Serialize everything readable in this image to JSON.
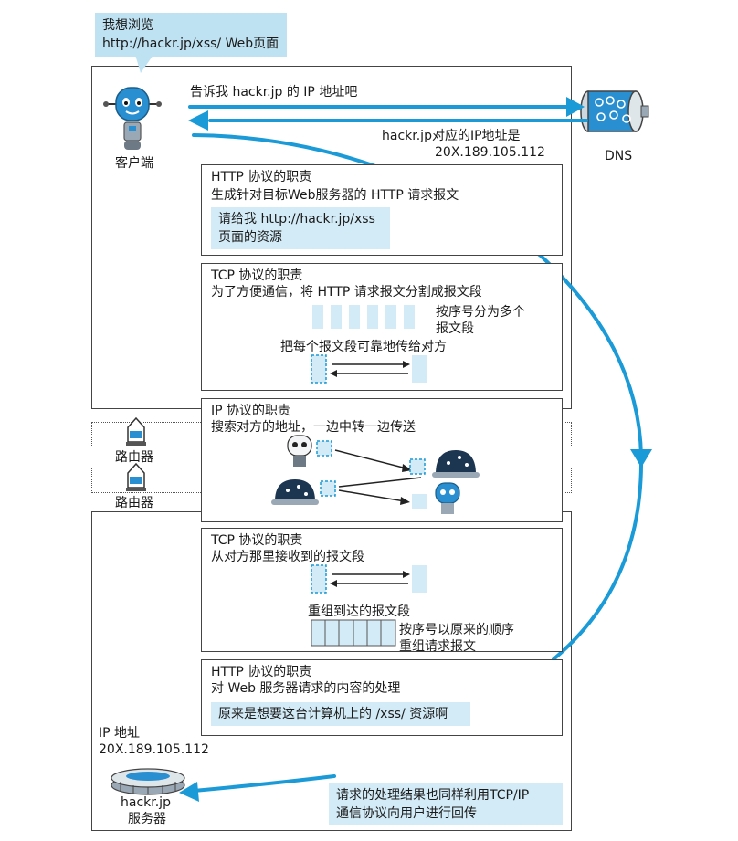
{
  "speech_bubble": {
    "line1": "我想浏览",
    "line2": "http://hackr.jp/xss/ Web页面"
  },
  "client_label": "客户端",
  "dns_label": "DNS",
  "request_label": "告诉我 hackr.jp 的 IP 地址吧",
  "response_label_line1": "hackr.jp对应的IP地址是",
  "response_label_line2": "20X.189.105.112",
  "http_request_panel": {
    "title": "HTTP 协议的职责",
    "desc": "生成针对目标Web服务器的 HTTP 请求报文",
    "note_line1": "请给我 http://hackr.jp/xss",
    "note_line2": "页面的资源"
  },
  "tcp_split_panel": {
    "title": "TCP 协议的职责",
    "desc": "为了方便通信，将 HTTP 请求报文分割成报文段",
    "segments_label_line1": "按序号分为多个",
    "segments_label_line2": "报文段",
    "reliable_label": "把每个报文段可靠地传给对方"
  },
  "ip_panel": {
    "title": "IP 协议的职责",
    "desc": "搜索对方的地址，一边中转一边传送"
  },
  "router_label_1": "路由器",
  "router_label_2": "路由器",
  "tcp_receive_panel": {
    "title": "TCP 协议的职责",
    "desc": "从对方那里接收到的报文段",
    "reassemble_label": "重组到达的报文段",
    "order_label_line1": "按序号以原来的顺序",
    "order_label_line2": "重组请求报文"
  },
  "http_process_panel": {
    "title": "HTTP 协议的职责",
    "desc": "对 Web 服务器请求的内容的处理",
    "note": "原来是想要这台计算机上的 /xss/ 资源啊"
  },
  "server_ip_label_line1": "IP 地址",
  "server_ip_label_line2": "20X.189.105.112",
  "server_label_line1": "hackr.jp",
  "server_label_line2": "服务器",
  "result_note_line1": "请求的处理结果也同样利用TCP/IP",
  "result_note_line2": "通信协议向用户进行回传",
  "colors": {
    "arrow_blue": "#1a9ad6",
    "note_fill": "#d3ebf6",
    "bubble_fill": "#bfe2f2",
    "robot_blue": "#2a8fd0"
  }
}
